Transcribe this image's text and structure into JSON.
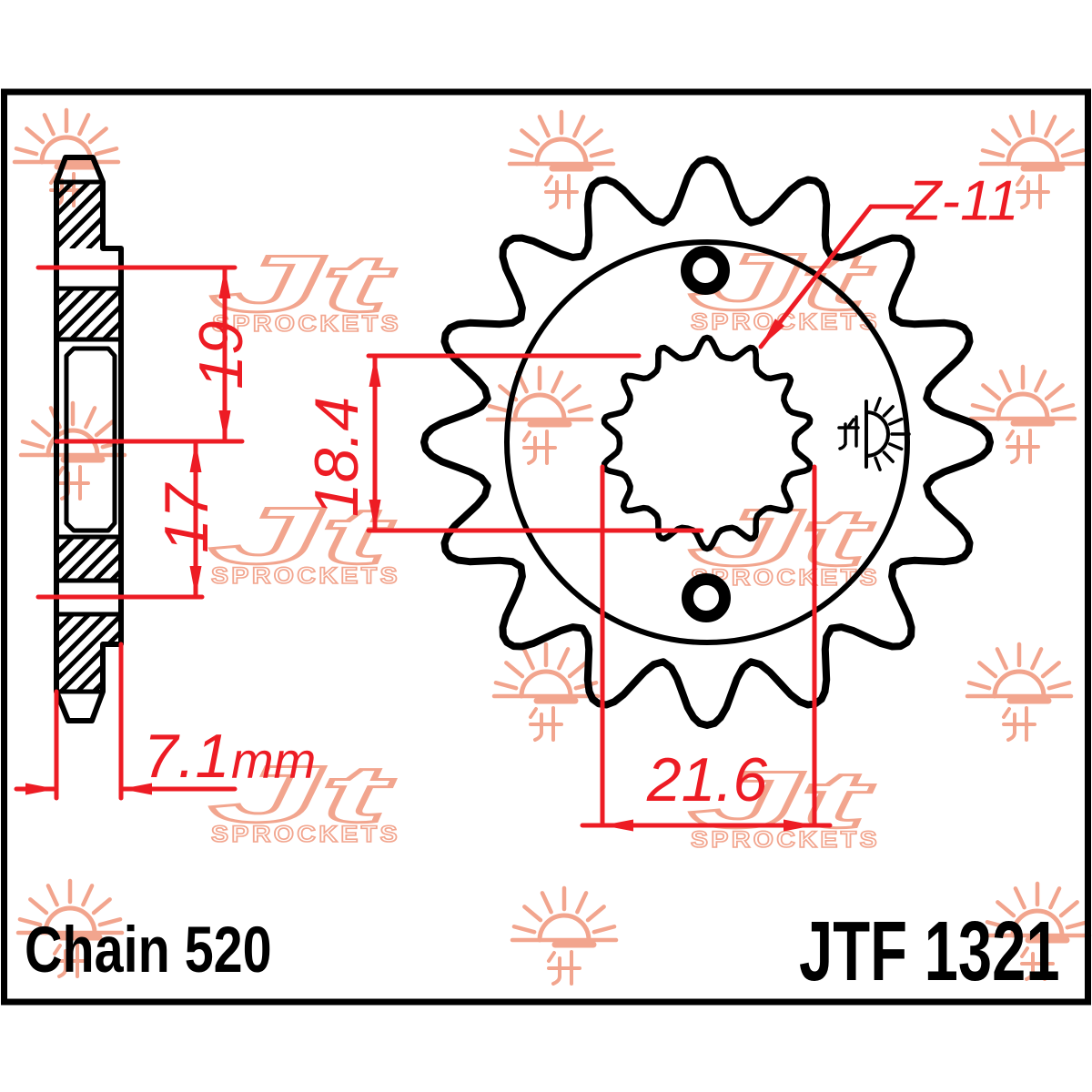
{
  "title": "JT Sprockets front sprocket technical drawing",
  "part": {
    "number": "JTF 1321",
    "chain": "Chain 520",
    "teeth_annotation": "Z-11"
  },
  "dims": {
    "d19": "19",
    "d17": "17",
    "d184": "18.4",
    "d216": "21.6",
    "d71": "7.1",
    "unit": "mm"
  },
  "watermark": {
    "logo_text": "Jt",
    "logo_subtext": "SPROCKETS",
    "sun_count": 11,
    "logo_count": 6
  },
  "front_view": {
    "outer_teeth_depicted": 16,
    "spline_lobes_depicted": 14,
    "bolt_holes": 2
  },
  "icons": {
    "watermark_sun": "rising-sun-icon",
    "quality_stamp": "jt-sun-stamp-icon"
  },
  "colors": {
    "dimension_red": "#ED1C24",
    "watermark_salmon": "#F2A58E",
    "ink": "#000000",
    "background": "#FFFFFF"
  }
}
